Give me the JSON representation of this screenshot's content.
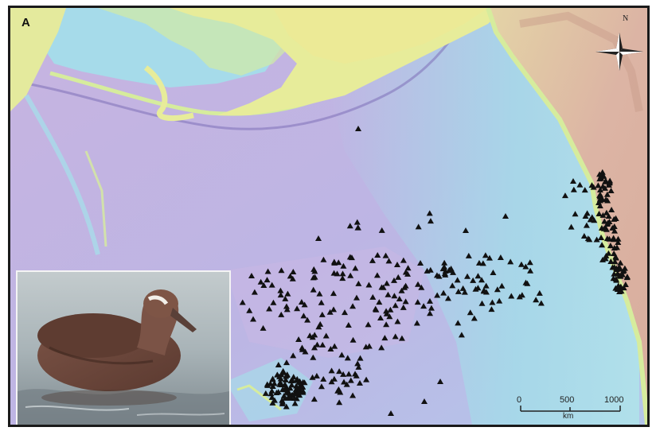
{
  "panel_label": "A",
  "compass": {
    "north_label": "N",
    "icon": "compass-rose-icon"
  },
  "scale_bar": {
    "tick_labels": [
      "0",
      "500",
      "1000"
    ],
    "unit": "km"
  },
  "inset_photo": {
    "subject": "albatross-photo"
  },
  "markers": {
    "symbol": "black triangle",
    "color": "#111111"
  },
  "colors": {
    "ocean_deep": "#c4b3df",
    "ocean_mid": "#b5c8e7",
    "ocean_shallow": "#a7dcea",
    "shelf": "#d6ec9d",
    "land_low": "#e7ec9a",
    "land_high": "#dcb8a2"
  }
}
